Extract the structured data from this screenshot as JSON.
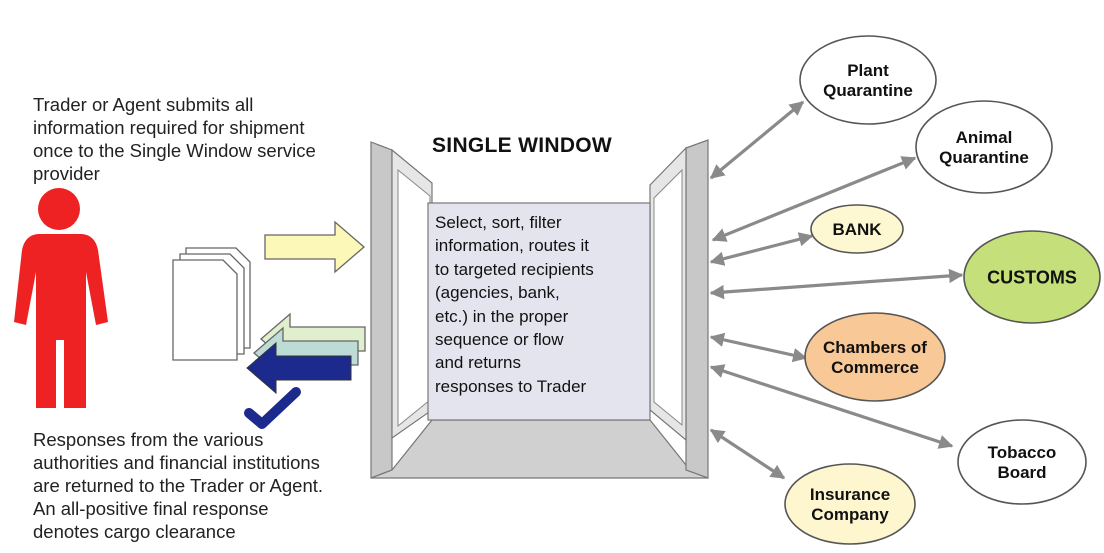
{
  "title": "SINGLE WINDOW",
  "submit_text": [
    "Trader or Agent submits all",
    "information required for shipment",
    "once to the Single Window service",
    "provider"
  ],
  "response_text": [
    "Responses from the various",
    "authorities and financial institutions",
    "are returned to the Trader or Agent.",
    "An all-positive final response",
    "denotes cargo clearance"
  ],
  "window_text": [
    "Select, sort, filter",
    "information, routes it",
    "to targeted recipients",
    "(agencies, bank,",
    "etc.) in the proper",
    "sequence or flow",
    "and returns",
    "responses to Trader"
  ],
  "recipients": [
    {
      "id": "plant-quarantine",
      "lines": [
        "Plant",
        "Quarantine"
      ],
      "fill": "#ffffff"
    },
    {
      "id": "animal-quarantine",
      "lines": [
        "Animal",
        "Quarantine"
      ],
      "fill": "#ffffff"
    },
    {
      "id": "bank",
      "lines": [
        "BANK"
      ],
      "fill": "#fdf8d2"
    },
    {
      "id": "customs",
      "lines": [
        "CUSTOMS"
      ],
      "fill": "#c5e07a"
    },
    {
      "id": "chambers-of-commerce",
      "lines": [
        "Chambers of",
        "Commerce"
      ],
      "fill": "#f8c896"
    },
    {
      "id": "tobacco-board",
      "lines": [
        "Tobacco",
        "Board"
      ],
      "fill": "#ffffff"
    },
    {
      "id": "insurance-company",
      "lines": [
        "Insurance",
        "Company"
      ],
      "fill": "#fdf6cf"
    }
  ],
  "colors": {
    "person": "#ee2222",
    "arrow_to_window": "#fbf8b8",
    "return_arrow_1": "#e0efce",
    "return_arrow_2": "#bedcd6",
    "return_arrow_3": "#1b2a8c",
    "checkmark": "#1b2a8c",
    "window_panel": "#e4e4ef",
    "link_arrow": "#8a8a8a"
  },
  "icons": [
    "person-icon",
    "documents-icon",
    "checkmark-icon"
  ]
}
